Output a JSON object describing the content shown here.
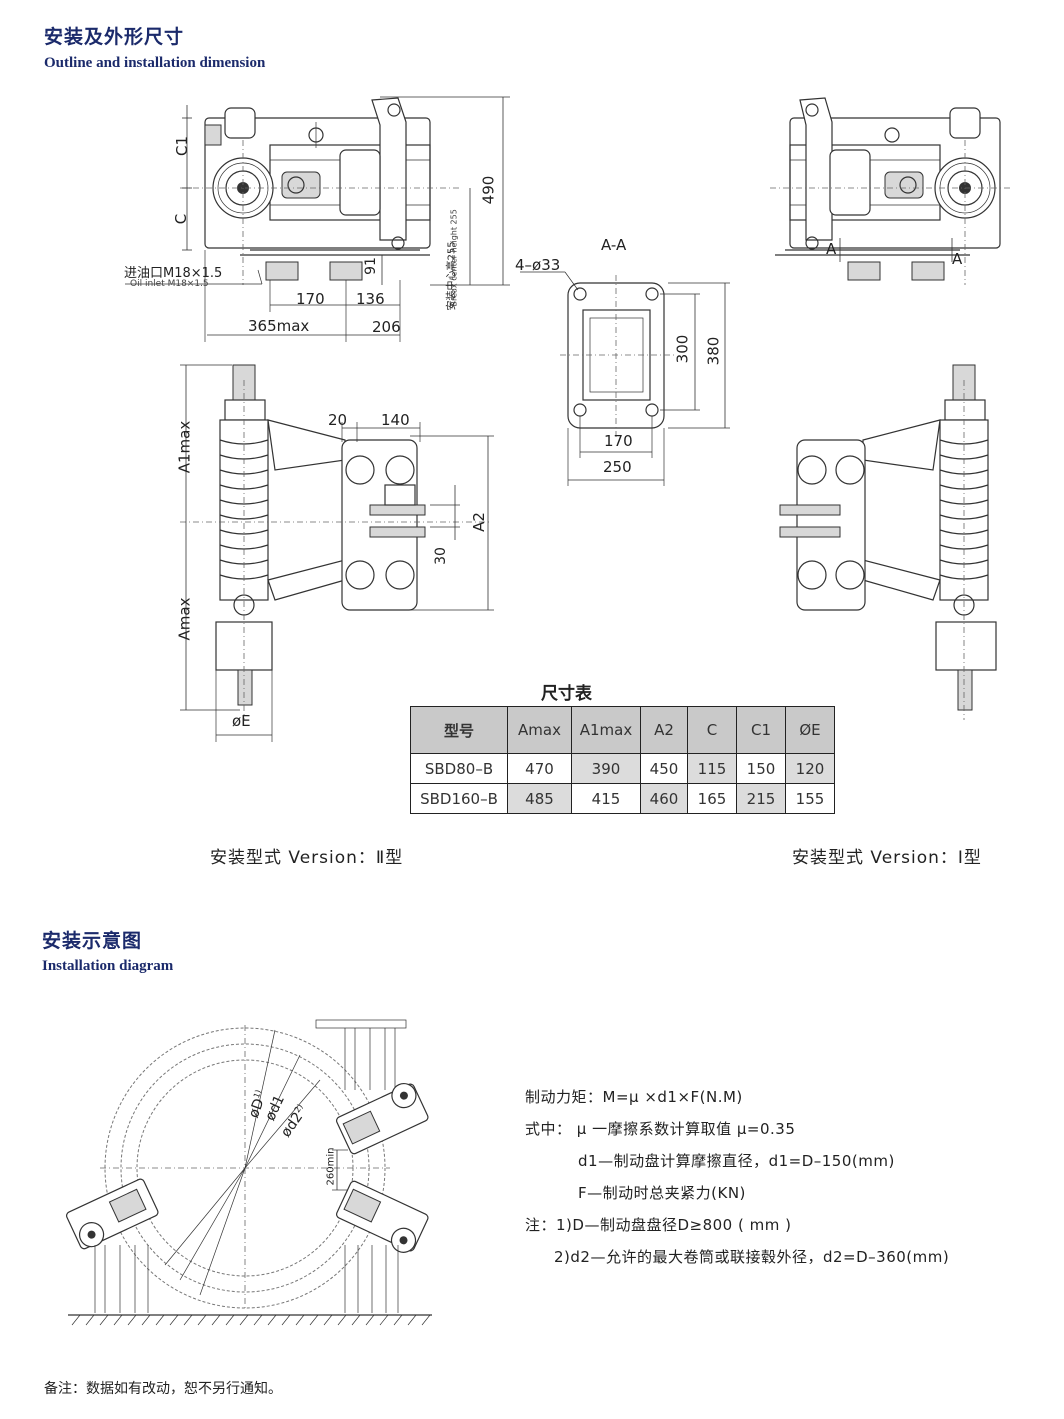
{
  "section1": {
    "title_cn": "安装及外形尺寸",
    "title_en": "Outline and installation dimension"
  },
  "top_left_view": {
    "label_c1": "C1",
    "label_c": "C",
    "oil_inlet_cn": "进油口M18×1.5",
    "oil_inlet_en": "Oil inlet M18×1.5",
    "dim_91": "91",
    "dim_170": "170",
    "dim_136": "136",
    "dim_365max": "365max",
    "dim_206": "206",
    "dim_490": "490",
    "center_height_cn": "安装中心高255",
    "center_height_en": "Breax center height 255"
  },
  "section_aa": {
    "title": "A-A",
    "holes": "4–ø33",
    "dim_300": "300",
    "dim_380": "380",
    "dim_170": "170",
    "dim_250": "250"
  },
  "top_right_view": {
    "label_a1": "A",
    "label_a2": "A"
  },
  "side_left_view": {
    "a1max": "A1max",
    "amax": "Amax",
    "a2": "A2",
    "dim_20": "20",
    "dim_140": "140",
    "dim_30": "30",
    "phi_e": "øE"
  },
  "table": {
    "caption": "尺寸表",
    "headers": [
      "型号",
      "Amax",
      "A1max",
      "A2",
      "C",
      "C1",
      "ØE"
    ],
    "rows": [
      [
        "SBD80–B",
        "470",
        "390",
        "450",
        "115",
        "150",
        "120"
      ],
      [
        "SBD160–B",
        "485",
        "415",
        "460",
        "165",
        "215",
        "155"
      ]
    ]
  },
  "versions": {
    "left": "安装型式 Version：Ⅱ型",
    "right": "安装型式 Version：Ⅰ型"
  },
  "section2": {
    "title_cn": "安装示意图",
    "title_en": "Installation diagram"
  },
  "diagram_labels": {
    "d": "øD",
    "d_sup": "1)",
    "d1": "ød1",
    "d2": "ød2",
    "d2_sup": "2)",
    "min260": "260min"
  },
  "formulas": [
    "制动力矩：M=μ ×d1×F(N.M)",
    "式中： μ 一摩擦系数计算取值 μ=0.35",
    "d1—制动盘计算摩擦直径，d1=D–150(mm)",
    "F—制动时总夹紧力(KN)",
    "注：1)D—制动盘盘径D≥800 ( mm )",
    "2)d2—允许的最大卷筒或联接毂外径，d2=D–360(mm)"
  ],
  "footer_note": "备注：数据如有改动，恕不另行通知。"
}
